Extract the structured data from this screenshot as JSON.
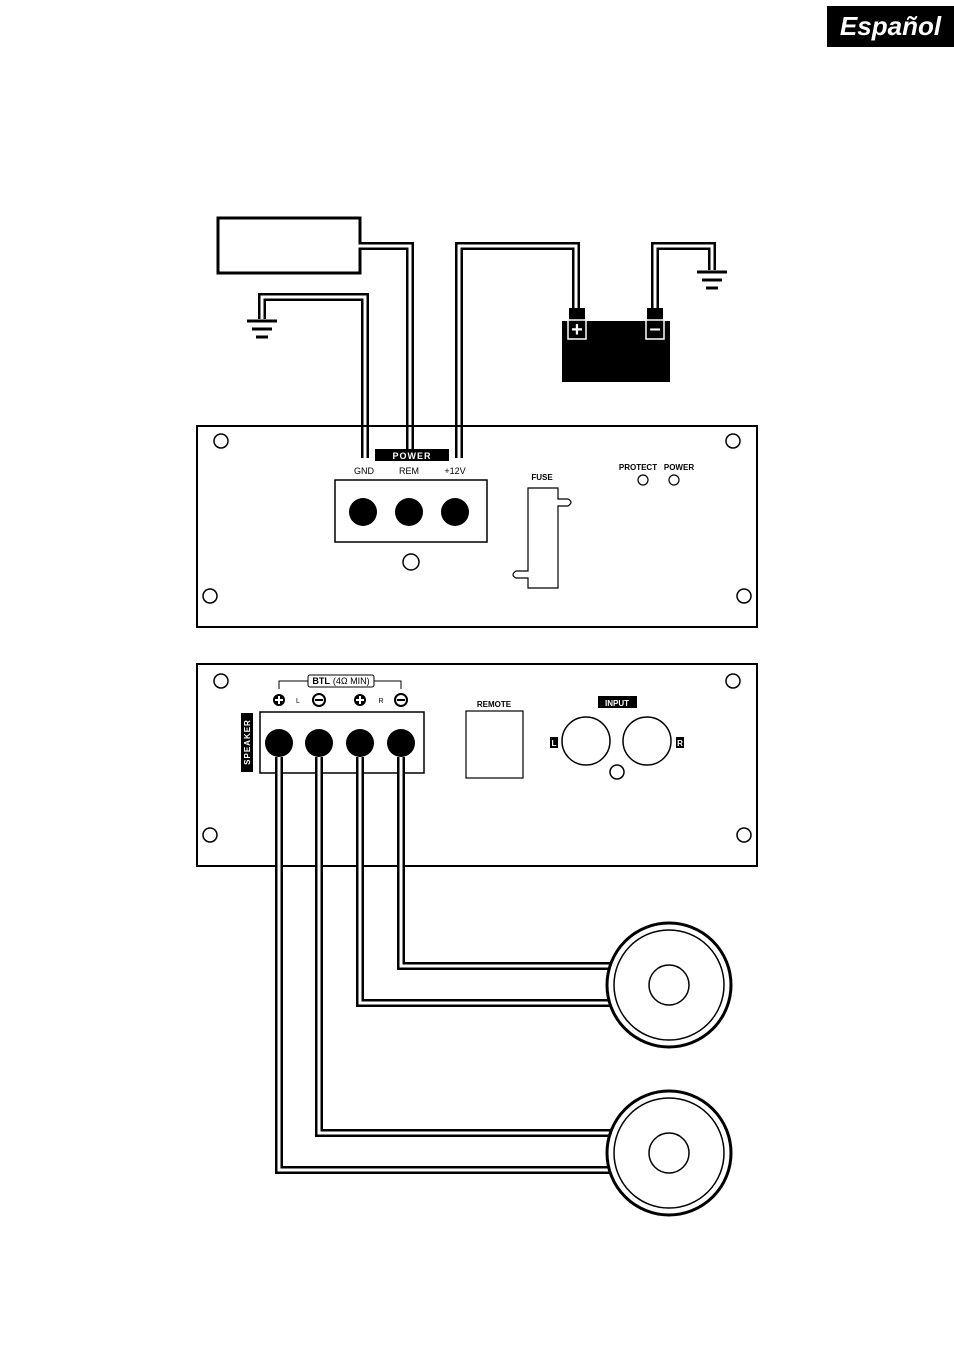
{
  "header": {
    "language_tab": "Español"
  },
  "power_panel": {
    "block_title": "POWER",
    "terminals": [
      "GND",
      "REM",
      "+12V"
    ],
    "fuse_label": "FUSE",
    "led_labels": [
      "PROTECT",
      "POWER"
    ]
  },
  "battery": {
    "plus": "+",
    "minus": "–"
  },
  "speaker_panel": {
    "side_label": "SPEAKER",
    "btl_bold": "BTL",
    "btl_rest": "(4Ω MIN)",
    "channel_left": "L",
    "channel_right": "R",
    "remote_label": "REMOTE",
    "input_label": "INPUT",
    "input_left": "L",
    "input_right": "R"
  }
}
